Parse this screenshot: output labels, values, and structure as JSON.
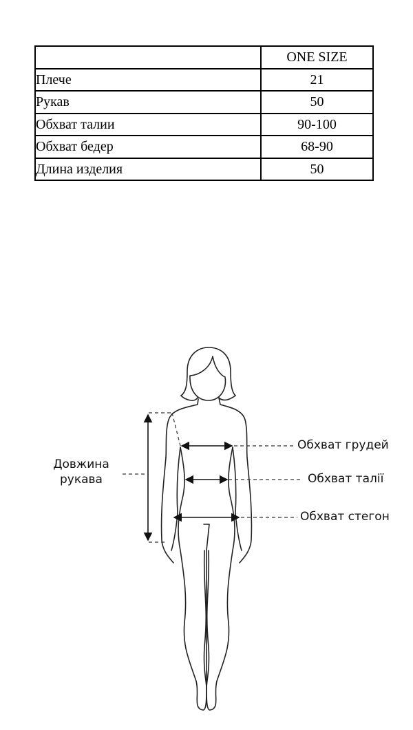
{
  "size_table": {
    "header": {
      "label": "",
      "size": "ONE SIZE"
    },
    "rows": [
      {
        "label": "Плече",
        "value": "21"
      },
      {
        "label": "Рукав",
        "value": "50"
      },
      {
        "label": "Обхват талии",
        "value": "90-100"
      },
      {
        "label": "Обхват бедер",
        "value": "68-90"
      },
      {
        "label": "Длина изделия",
        "value": "50"
      }
    ]
  },
  "diagram": {
    "left_label_line1": "Довжина",
    "left_label_line2": "рукава",
    "chest_label": "Обхват грудей",
    "waist_label": "Обхват талії",
    "hips_label": "Обхват стегон"
  }
}
